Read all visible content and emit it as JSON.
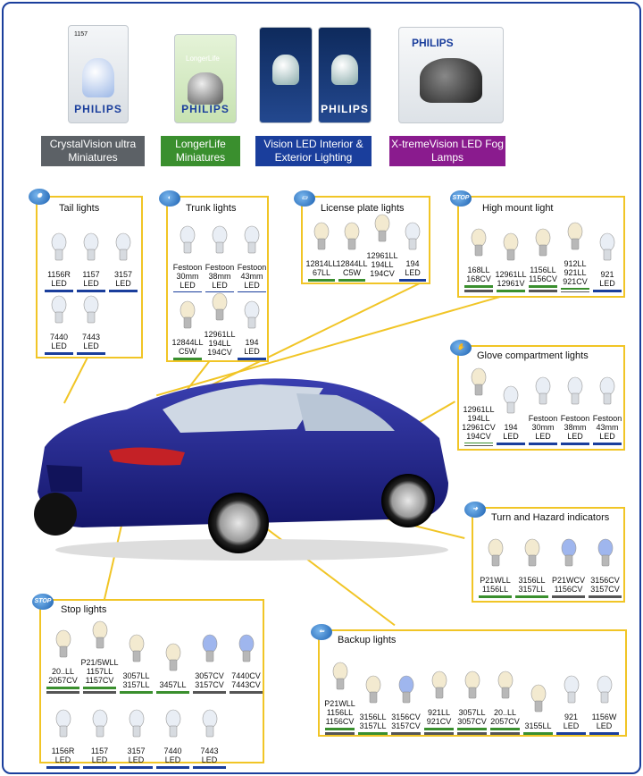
{
  "colors": {
    "frame": "#1a3e9c",
    "panel_border": "#f1c526",
    "bar_blue": "#1a3e9c",
    "bar_green": "#3a8f2e",
    "bar_grey": "#555555",
    "cat_grey": "#5c6166",
    "cat_green": "#3a8f2e",
    "cat_blue": "#1a3e9c",
    "cat_purple": "#8a1b8e"
  },
  "products": [
    {
      "brand": "PHILIPS",
      "pkg_text": "1157",
      "category": "CrystalVision ultra\nMiniatures",
      "color": "grey"
    },
    {
      "brand": "PHILIPS",
      "pkg_text": "LongerLife",
      "category": "LongerLife\nMiniatures",
      "color": "green"
    },
    {
      "brand": "PHILIPS",
      "pkg_text": "",
      "category": "Vision LED Interior &\nExterior Lighting",
      "color": "blue"
    },
    {
      "brand": "PHILIPS",
      "pkg_text": "",
      "category": "X-tremeVision LED\nFog Lamps",
      "color": "purple"
    }
  ],
  "panels": {
    "tail": {
      "title": "Tail lights",
      "icon": "tail-light-icon",
      "items": [
        {
          "label": "1156R\nLED",
          "bar": "blue"
        },
        {
          "label": "1157\nLED",
          "bar": "blue"
        },
        {
          "label": "3157\nLED",
          "bar": "blue"
        },
        {
          "label": "7440\nLED",
          "bar": "blue"
        },
        {
          "label": "7443\nLED",
          "bar": "blue"
        }
      ]
    },
    "trunk": {
      "title": "Trunk lights",
      "icon": "trunk-light-icon",
      "items": [
        {
          "label": "Festoon\n30mm\nLED",
          "bar": "blue"
        },
        {
          "label": "Festoon\n38mm\nLED",
          "bar": "blue"
        },
        {
          "label": "Festoon\n43mm\nLED",
          "bar": "blue"
        },
        {
          "label": "12844LL\nC5W",
          "bar": "green"
        },
        {
          "label": "12961LL\n194LL\n194CV",
          "bar": "green-grey"
        },
        {
          "label": "194\nLED",
          "bar": "blue"
        }
      ]
    },
    "license": {
      "title": "License plate lights",
      "icon": "license-plate-icon",
      "items": [
        {
          "label": "12814LL\n67LL",
          "bar": "green"
        },
        {
          "label": "12844LL\nC5W",
          "bar": "green"
        },
        {
          "label": "12961LL\n194LL\n194CV",
          "bar": "green-grey"
        },
        {
          "label": "194\nLED",
          "bar": "blue"
        }
      ]
    },
    "highmount": {
      "title": "High mount light",
      "icon": "stop-icon",
      "icon_text": "STOP",
      "items": [
        {
          "label": "168LL\n168CV",
          "bar": "green-grey"
        },
        {
          "label": "12961LL\n12961V",
          "bar": "green"
        },
        {
          "label": "1156LL\n1156CV",
          "bar": "green-grey"
        },
        {
          "label": "912LL\n921LL\n921CV",
          "bar": "green-grey"
        },
        {
          "label": "921\nLED",
          "bar": "blue"
        }
      ]
    },
    "glove": {
      "title": "Glove compartment lights",
      "icon": "glove-box-icon",
      "items": [
        {
          "label": "12961LL\n194LL\n12961CV\n194CV",
          "bar": "green-grey"
        },
        {
          "label": "194\nLED",
          "bar": "blue"
        },
        {
          "label": "Festoon\n30mm\nLED",
          "bar": "blue"
        },
        {
          "label": "Festoon\n38mm\nLED",
          "bar": "blue"
        },
        {
          "label": "Festoon\n43mm\nLED",
          "bar": "blue"
        }
      ]
    },
    "turn": {
      "title": "Turn and Hazard indicators",
      "icon": "turn-signal-icon",
      "items": [
        {
          "label": "P21WLL\n1156LL",
          "bar": "green"
        },
        {
          "label": "3156LL\n3157LL",
          "bar": "green"
        },
        {
          "label": "P21WCV\n1156CV",
          "bar": "grey"
        },
        {
          "label": "3156CV\n3157CV",
          "bar": "grey"
        }
      ]
    },
    "stop": {
      "title": "Stop lights",
      "icon": "stop-icon",
      "icon_text": "STOP",
      "items": [
        {
          "label": "20..LL\n2057CV",
          "bar": "green-grey"
        },
        {
          "label": "P21/5WLL\n1157LL\n1157CV",
          "bar": "green-grey"
        },
        {
          "label": "3057LL\n3157LL",
          "bar": "green"
        },
        {
          "label": "3457LL",
          "bar": "green"
        },
        {
          "label": "3057CV\n3157CV",
          "bar": "grey"
        },
        {
          "label": "7440CV\n7443CV",
          "bar": "grey"
        },
        {
          "label": "1156R\nLED",
          "bar": "blue"
        },
        {
          "label": "1157\nLED",
          "bar": "blue"
        },
        {
          "label": "3157\nLED",
          "bar": "blue"
        },
        {
          "label": "7440\nLED",
          "bar": "blue"
        },
        {
          "label": "7443\nLED",
          "bar": "blue"
        }
      ]
    },
    "backup": {
      "title": "Backup lights",
      "icon": "reverse-light-icon",
      "items": [
        {
          "label": "P21WLL\n1156LL\n1156CV",
          "bar": "green-grey"
        },
        {
          "label": "3156LL\n3157LL",
          "bar": "green"
        },
        {
          "label": "3156CV\n3157CV",
          "bar": "grey"
        },
        {
          "label": "921LL\n921CV",
          "bar": "green-grey"
        },
        {
          "label": "3057LL\n3057CV",
          "bar": "green-grey"
        },
        {
          "label": "20..LL\n2057CV",
          "bar": "green-grey"
        },
        {
          "label": "3155LL",
          "bar": "green"
        },
        {
          "label": "921\nLED",
          "bar": "blue"
        },
        {
          "label": "1156W\nLED",
          "bar": "blue"
        }
      ]
    }
  }
}
